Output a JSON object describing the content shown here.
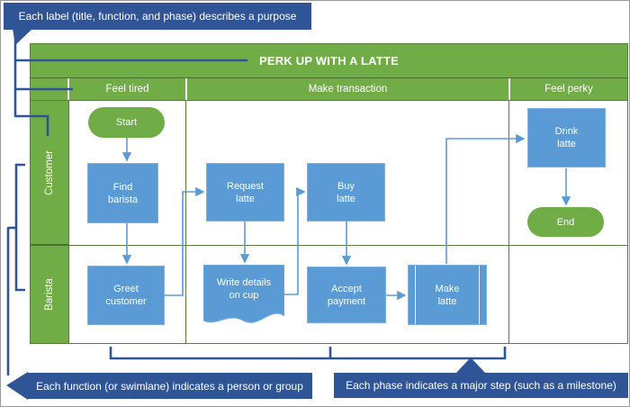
{
  "callouts": {
    "top": "Each label (title, function, and phase) describes a purpose",
    "bottom_left": "Each function (or swimlane) indicates a person or group",
    "bottom_right": "Each phase indicates a major step (such as a milestone)"
  },
  "diagram": {
    "title": "PERK UP WITH A LATTE",
    "phases": [
      "Feel tired",
      "Make transaction",
      "Feel perky"
    ],
    "lanes": [
      "Customer",
      "Barista"
    ],
    "nodes": {
      "start": "Start",
      "find_barista": "Find barista",
      "greet_customer": "Greet customer",
      "request_latte": "Request latte",
      "write_details": "Write details on cup",
      "buy_latte": "Buy latte",
      "accept_payment": "Accept payment",
      "make_latte": "Make latte",
      "drink_latte": "Drink latte",
      "end": "End"
    },
    "edges": [
      {
        "from": "Start",
        "to": "Find barista"
      },
      {
        "from": "Find barista",
        "to": "Greet customer"
      },
      {
        "from": "Greet customer",
        "to": "Request latte"
      },
      {
        "from": "Request latte",
        "to": "Write details on cup"
      },
      {
        "from": "Write details on cup",
        "to": "Buy latte"
      },
      {
        "from": "Buy latte",
        "to": "Accept payment"
      },
      {
        "from": "Accept payment",
        "to": "Make latte"
      },
      {
        "from": "Make latte",
        "to": "Drink latte"
      },
      {
        "from": "Drink latte",
        "to": "End"
      }
    ]
  },
  "colors": {
    "green": "#70AD47",
    "olive_border": "#5a7e3a",
    "process_blue": "#5B9BD5",
    "connector_blue": "#5B9BD5",
    "callout_navy": "#2F5597"
  }
}
